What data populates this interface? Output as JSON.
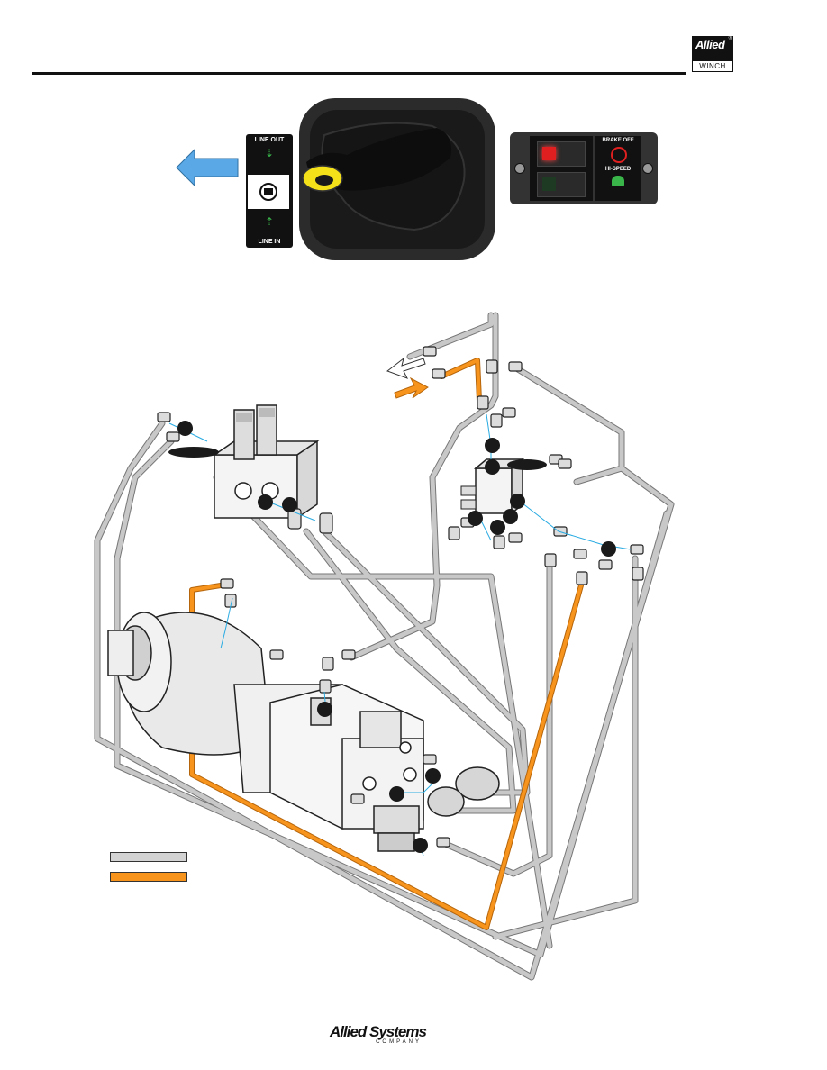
{
  "header": {
    "logo_top": "Allied",
    "logo_reg": "®",
    "logo_bottom": "WINCH"
  },
  "control_panel": {
    "line_out": "LINE OUT",
    "line_in": "LINE IN"
  },
  "switch_panel": {
    "brake_off": "BRAKE OFF",
    "hi_speed": "HI-SPEED",
    "brake_indicator_color": "#e02020",
    "speed_icon_color": "#39b54a"
  },
  "legend": {
    "pressure_line_color": "#d3d3d3",
    "pilot_line_color": "#f7941d",
    "pressure_line_label": "",
    "pilot_line_label": ""
  },
  "colors": {
    "hose_gray": "#c8c8c8",
    "hose_orange": "#f7941d",
    "direction_arrow": "#5aa9e6",
    "lever_yellow": "#f5e11a",
    "callout_line": "#29abe2"
  },
  "footer": {
    "brand": "Allied Systems",
    "sub": "COMPANY"
  }
}
